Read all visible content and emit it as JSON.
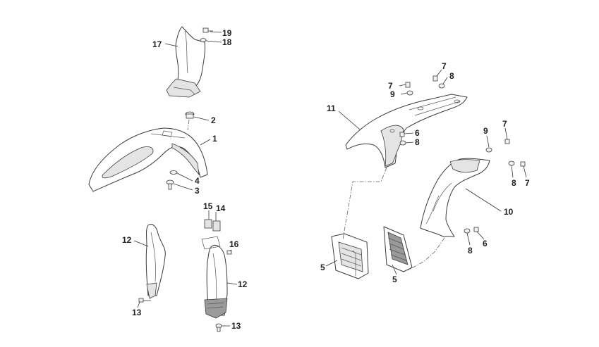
{
  "callouts": {
    "c1": "1",
    "c2": "2",
    "c3": "3",
    "c4": "4",
    "c5a": "5",
    "c5b": "5",
    "c6a": "6",
    "c6b": "6",
    "c7a": "7",
    "c7b": "7",
    "c7c": "7",
    "c7d": "7",
    "c8a": "8",
    "c8b": "8",
    "c8c": "8",
    "c8d": "8",
    "c9a": "9",
    "c9b": "9",
    "c10": "10",
    "c11": "11",
    "c12a": "12",
    "c12b": "12",
    "c13a": "13",
    "c13b": "13",
    "c14": "14",
    "c15": "15",
    "c16": "16",
    "c17": "17",
    "c18": "18",
    "c19": "19"
  }
}
